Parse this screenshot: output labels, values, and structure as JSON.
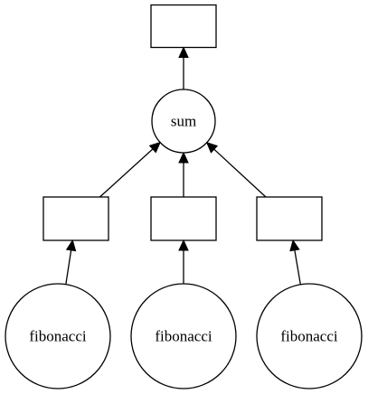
{
  "graph": {
    "nodes": [
      {
        "id": "result",
        "shape": "box",
        "label": ""
      },
      {
        "id": "sum",
        "shape": "circle",
        "label": "sum"
      },
      {
        "id": "data-left",
        "shape": "box",
        "label": ""
      },
      {
        "id": "data-middle",
        "shape": "box",
        "label": ""
      },
      {
        "id": "data-right",
        "shape": "box",
        "label": ""
      },
      {
        "id": "fib-left",
        "shape": "circle",
        "label": "fibonacci"
      },
      {
        "id": "fib-middle",
        "shape": "circle",
        "label": "fibonacci"
      },
      {
        "id": "fib-right",
        "shape": "circle",
        "label": "fibonacci"
      }
    ],
    "edges": [
      {
        "from": "sum",
        "to": "result"
      },
      {
        "from": "data-left",
        "to": "sum"
      },
      {
        "from": "data-middle",
        "to": "sum"
      },
      {
        "from": "data-right",
        "to": "sum"
      },
      {
        "from": "fib-left",
        "to": "data-left"
      },
      {
        "from": "fib-middle",
        "to": "data-middle"
      },
      {
        "from": "fib-right",
        "to": "data-right"
      }
    ]
  }
}
